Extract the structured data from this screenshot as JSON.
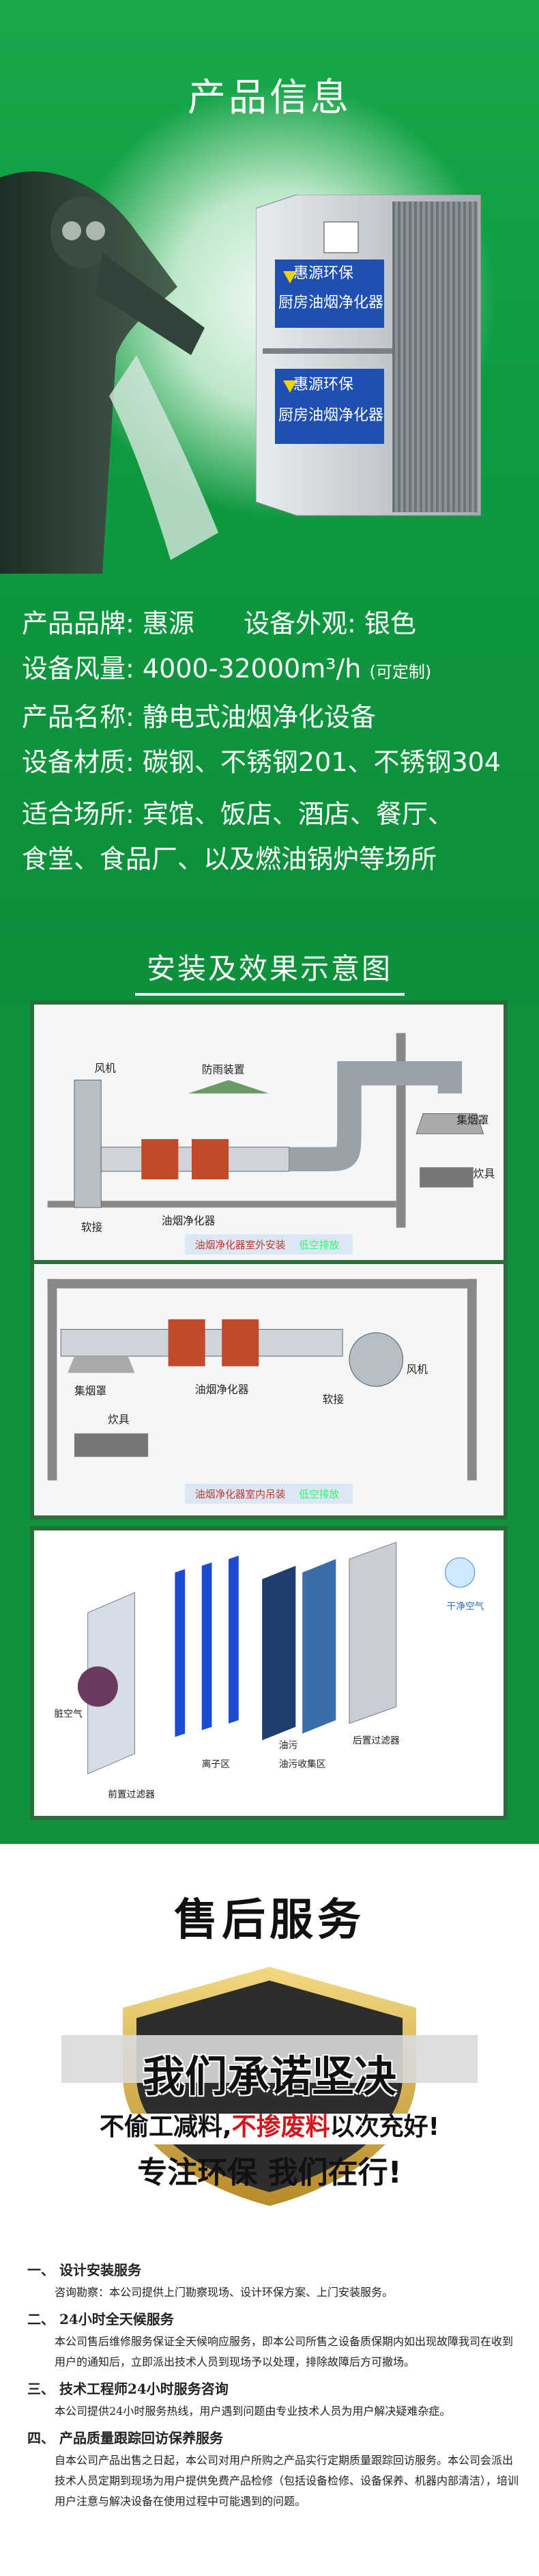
{
  "product_section": {
    "title": "产品信息",
    "machine": {
      "brand_badge_top": "惠源环保",
      "label_top": "厨房油烟净化器",
      "brand_badge_bottom": "惠源环保",
      "label_bottom": "厨房油烟净化器"
    },
    "specs": {
      "brand_label": "产品品牌:",
      "brand_value": "惠源",
      "appearance_label": "设备外观:",
      "appearance_value": "银色",
      "airflow_label": "设备风量:",
      "airflow_value": "4000-32000m³/h",
      "airflow_note": "(可定制)",
      "name_label": "产品名称:",
      "name_value": "静电式油烟净化设备",
      "material_label": "设备材质:",
      "material_value": "碳钢、不锈钢201、不锈钢304",
      "places_label": "适合场所:",
      "places_value_1": "宾馆、饭店、酒店、餐厅、",
      "places_value_2": "食堂、食品厂、以及燃油锅炉等场所"
    },
    "install_title": "安装及效果示意图"
  },
  "diagram1": {
    "fan": "风机",
    "rain_guard": "防雨装置",
    "hood": "集烟罩",
    "stove": "炊具",
    "soft_joint": "软接",
    "purifier": "油烟净化器",
    "caption": "油烟净化器室外安装",
    "caption_tag": "低空排放"
  },
  "diagram2": {
    "hood": "集烟罩",
    "purifier": "油烟净化器",
    "fan": "风机",
    "soft_joint": "软接",
    "stove": "炊具",
    "caption": "油烟净化器室内吊装",
    "caption_tag": "低空排放"
  },
  "diagram3": {
    "clean_air": "干净空气",
    "dirty_air": "脏空气",
    "ion_zone": "离子区",
    "oil": "油污",
    "oil_collector": "油污收集区",
    "rear_filter": "后置过滤器",
    "front_filter": "前置过滤器"
  },
  "after_sales": {
    "title": "售后服务",
    "promise": "我们承诺坚决",
    "sub_promise_1": "不偷工减料,",
    "sub_promise_2": "不掺废料",
    "sub_promise_3": "以次充好!",
    "slogan": "专注环保  我们在行!",
    "items": [
      {
        "heading": "一、 设计安装服务",
        "body": "咨询勘察：本公司提供上门勘察现场、设计环保方案、上门安装服务。"
      },
      {
        "heading": "二、 24小时全天候服务",
        "body": "本公司售后维修服务保证全天候响应服务，即本公司所售之设备质保期内如出现故障我司在收到用户的通知后，立即派出技术人员到现场予以处理，排除故障后方可撤场。"
      },
      {
        "heading": "三、 技术工程师24小时服务咨询",
        "body": "本公司提供24小时服务热线，用户遇到问题由专业技术人员为用户解决疑难杂症。"
      },
      {
        "heading": "四、 产品质量跟踪回访保养服务",
        "body": "自本公司产品出售之日起，本公司对用户所购之产品实行定期质量跟踪回访服务。本公司会派出技术人员定期到现场为用户提供免费产品检修（包括设备检修、设备保养、机器内部清洁），培训用户注意与解决设备在使用过程中可能遇到的问题。"
      }
    ]
  },
  "colors": {
    "green": "#10923d",
    "panel_border": "#2a6f3a",
    "red": "#d4141a",
    "gold": "#c9a23a"
  }
}
